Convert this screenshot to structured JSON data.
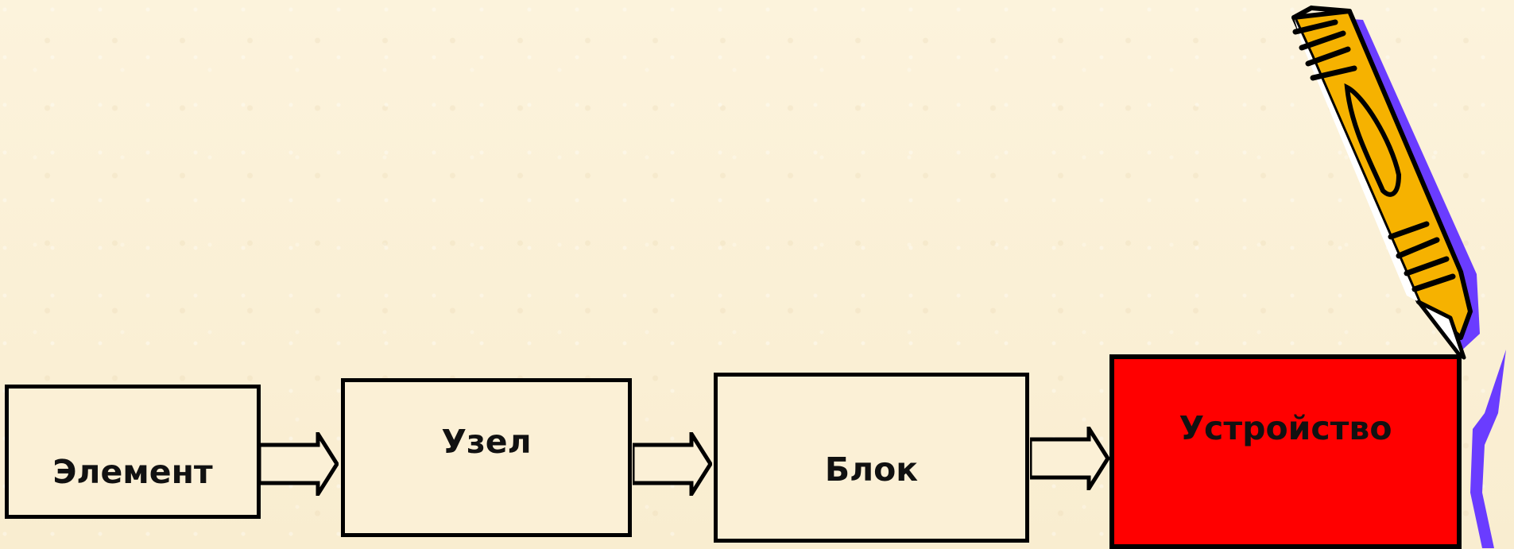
{
  "diagram": {
    "nodes": [
      {
        "id": "element",
        "label": "Элемент",
        "fill": "#fbf0d6"
      },
      {
        "id": "uzel",
        "label": "Узел",
        "fill": "#fbf0d6"
      },
      {
        "id": "blok",
        "label": "Блок",
        "fill": "#fbf0d6"
      },
      {
        "id": "ustroystvo",
        "label": "Устройство",
        "fill": "#ff0000"
      }
    ],
    "edges": [
      {
        "from": "element",
        "to": "uzel"
      },
      {
        "from": "uzel",
        "to": "blok"
      },
      {
        "from": "blok",
        "to": "ustroystvo"
      }
    ]
  },
  "decoration": {
    "icon": "pencil-icon",
    "colors": {
      "pencil_body": "#f6b200",
      "pencil_shadow": "#6a3cff",
      "outline": "#000000"
    }
  }
}
